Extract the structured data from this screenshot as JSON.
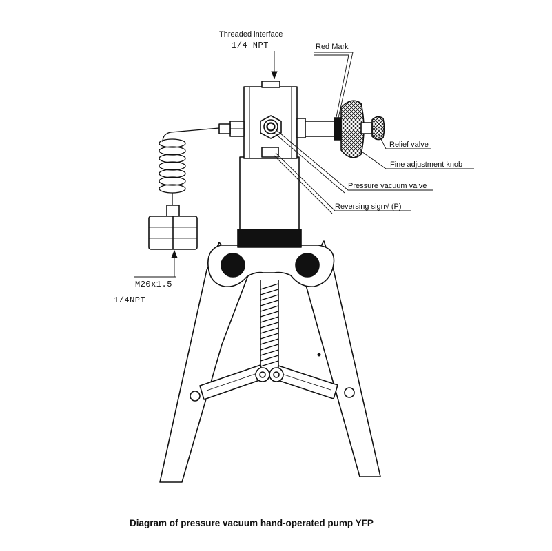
{
  "labels": {
    "threaded_interface": "Threaded interface",
    "threaded_npt": "1/4 NPT",
    "red_mark": "Red Mark",
    "relief_valve": "Relief valve",
    "fine_adjustment_knob": "Fine adjustment knob",
    "pressure_vacuum_valve": "Pressure vacuum valve",
    "reversing_sign": "Reversing sign√ (P)",
    "m20": "M20x1.5",
    "npt_bottom": "1/4NPT"
  },
  "caption": "Diagram of pressure vacuum hand-operated pump  YFP"
}
